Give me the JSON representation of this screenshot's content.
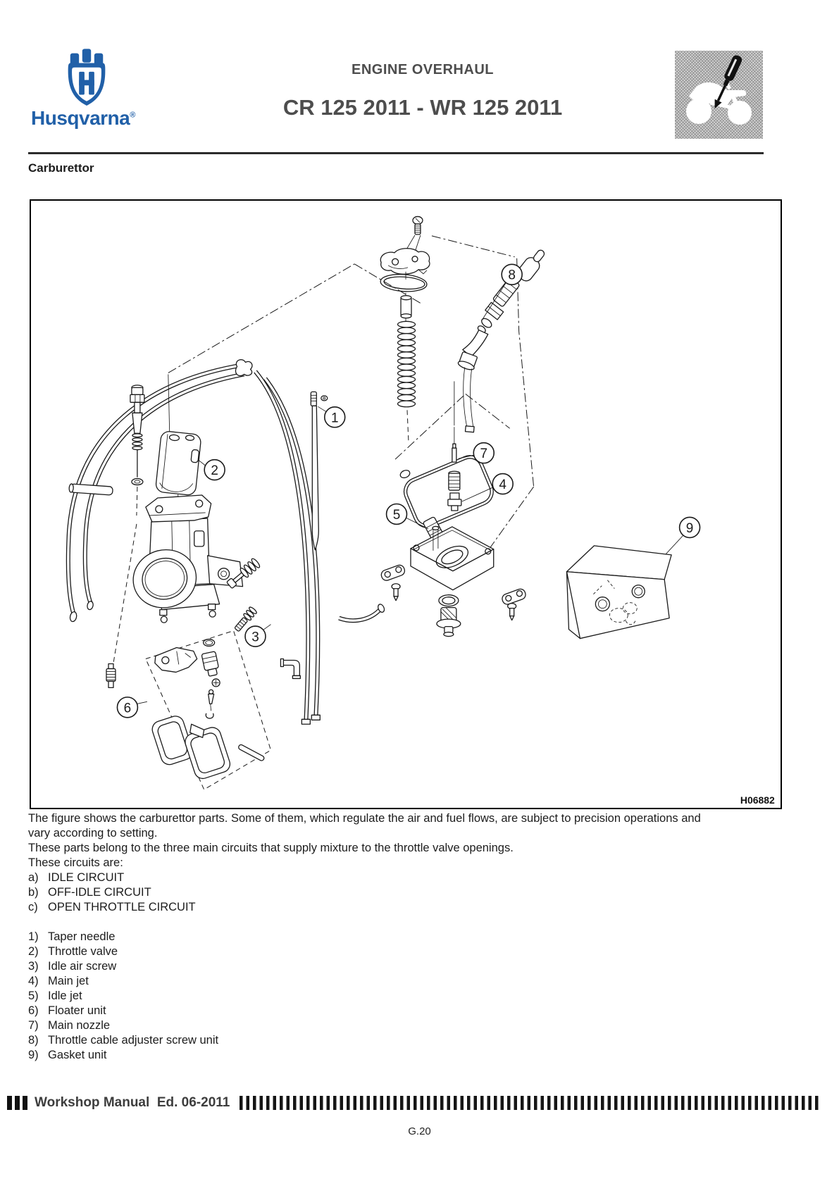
{
  "header": {
    "brand": "Husqvarna",
    "brand_reg": "®",
    "brand_color": "#2160a8",
    "section_title": "ENGINE OVERHAUL",
    "model_title": "CR 125 2011 - WR 125 2011"
  },
  "page": {
    "heading": "Carburettor",
    "figure": {
      "code": "H06882",
      "callouts": [
        {
          "n": "1"
        },
        {
          "n": "2"
        },
        {
          "n": "3"
        },
        {
          "n": "4"
        },
        {
          "n": "5"
        },
        {
          "n": "6"
        },
        {
          "n": "7"
        },
        {
          "n": "8"
        },
        {
          "n": "9"
        }
      ]
    },
    "intro_lines": [
      "The figure shows the carburettor parts. Some of them, which regulate the air and fuel flows, are subject to precision operations and",
      "vary according to setting.",
      "These parts belong to the three main circuits that supply mixture to the throttle valve openings.",
      "These circuits are:"
    ],
    "circuits": [
      {
        "key": "a)",
        "label": "IDLE CIRCUIT"
      },
      {
        "key": "b)",
        "label": "OFF-IDLE CIRCUIT"
      },
      {
        "key": "c)",
        "label": "OPEN THROTTLE CIRCUIT"
      }
    ],
    "parts": [
      {
        "key": "1)",
        "label": "Taper needle"
      },
      {
        "key": "2)",
        "label": "Throttle valve"
      },
      {
        "key": "3)",
        "label": "Idle air screw"
      },
      {
        "key": "4)",
        "label": "Main jet"
      },
      {
        "key": "5)",
        "label": "Idle jet"
      },
      {
        "key": "6)",
        "label": "Floater unit"
      },
      {
        "key": "7)",
        "label": "Main nozzle"
      },
      {
        "key": "8)",
        "label": "Throttle cable adjuster screw unit"
      },
      {
        "key": "9)",
        "label": "Gasket unit"
      }
    ]
  },
  "footer": {
    "label": "Workshop Manual  Ed. 06-2011",
    "page_number": "G.20"
  }
}
